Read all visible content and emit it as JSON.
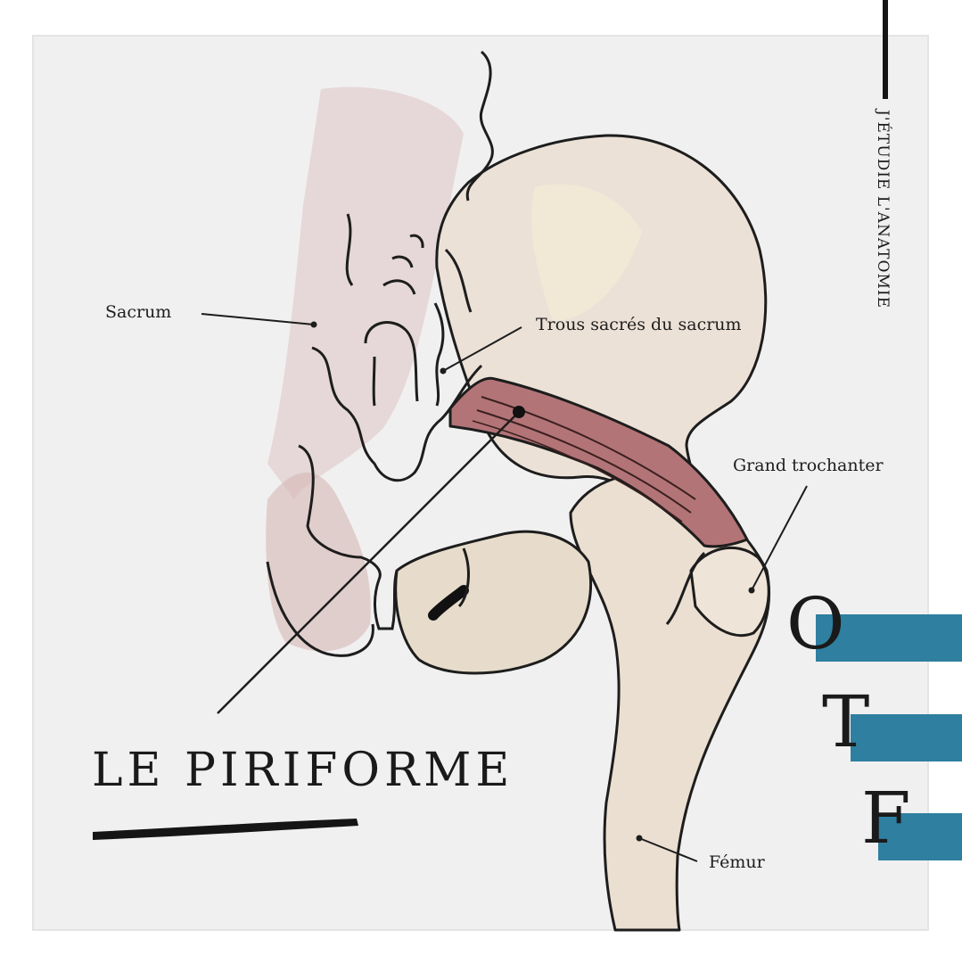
{
  "labels": {
    "sacrum": "Sacrum",
    "trous": "Trous sacrés du sacrum",
    "trochanter": "Grand trochanter",
    "femur": "Fémur"
  },
  "title": "LE PIRIFORME",
  "vertical_text": "J'ÉTUDIE L'ANATOMIE",
  "logo": {
    "letters": [
      "O",
      "T",
      "F"
    ]
  },
  "colors": {
    "accent": "#2e7fa0",
    "bone": "#ece2d6",
    "muscle": "#b07476",
    "paper": "#f1f1f1"
  }
}
